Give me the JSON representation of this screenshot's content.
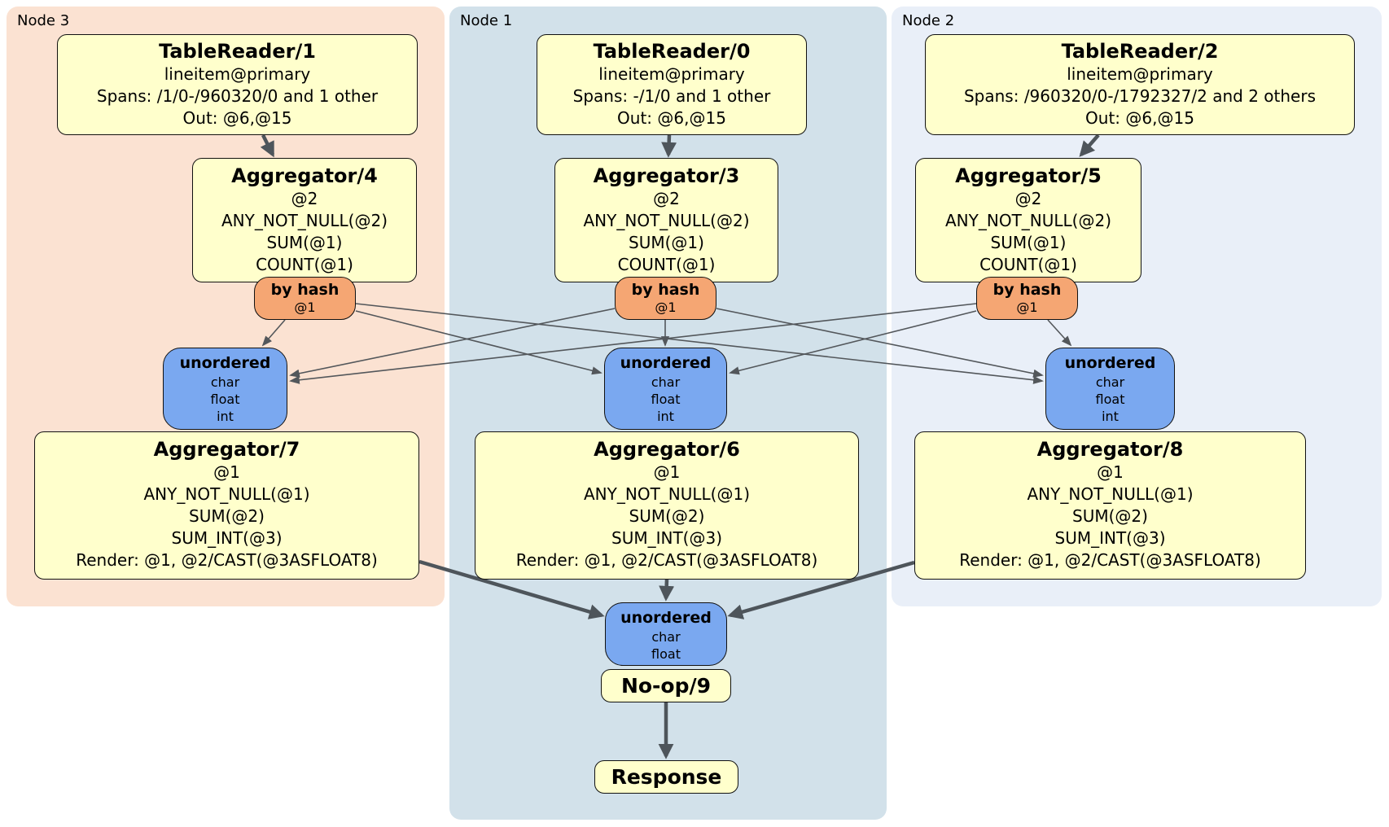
{
  "regions": {
    "node3": {
      "label": "Node 3",
      "bg": "#fbe2d2"
    },
    "node1": {
      "label": "Node 1",
      "bg": "#d2e1ea"
    },
    "node2": {
      "label": "Node 2",
      "bg": "#e9eff8"
    }
  },
  "processors": {
    "tablereader1": {
      "title": "TableReader/1",
      "lines": [
        "lineitem@primary",
        "Spans: /1/0-/960320/0 and 1 other",
        "Out: @6,@15"
      ]
    },
    "tablereader0": {
      "title": "TableReader/0",
      "lines": [
        "lineitem@primary",
        "Spans: -/1/0 and 1 other",
        "Out: @6,@15"
      ]
    },
    "tablereader2": {
      "title": "TableReader/2",
      "lines": [
        "lineitem@primary",
        "Spans: /960320/0-/1792327/2 and 2 others",
        "Out: @6,@15"
      ]
    },
    "aggregator4": {
      "title": "Aggregator/4",
      "lines": [
        "@2",
        "ANY_NOT_NULL(@2)",
        "SUM(@1)",
        "COUNT(@1)"
      ]
    },
    "aggregator3": {
      "title": "Aggregator/3",
      "lines": [
        "@2",
        "ANY_NOT_NULL(@2)",
        "SUM(@1)",
        "COUNT(@1)"
      ]
    },
    "aggregator5": {
      "title": "Aggregator/5",
      "lines": [
        "@2",
        "ANY_NOT_NULL(@2)",
        "SUM(@1)",
        "COUNT(@1)"
      ]
    },
    "aggregator7": {
      "title": "Aggregator/7",
      "lines": [
        "@1",
        "ANY_NOT_NULL(@1)",
        "SUM(@2)",
        "SUM_INT(@3)",
        "Render: @1, @2/CAST(@3ASFLOAT8)"
      ]
    },
    "aggregator6": {
      "title": "Aggregator/6",
      "lines": [
        "@1",
        "ANY_NOT_NULL(@1)",
        "SUM(@2)",
        "SUM_INT(@3)",
        "Render: @1, @2/CAST(@3ASFLOAT8)"
      ]
    },
    "aggregator8": {
      "title": "Aggregator/8",
      "lines": [
        "@1",
        "ANY_NOT_NULL(@1)",
        "SUM(@2)",
        "SUM_INT(@3)",
        "Render: @1, @2/CAST(@3ASFLOAT8)"
      ]
    },
    "noop9": {
      "title": "No-op/9"
    },
    "response": {
      "title": "Response"
    }
  },
  "router": {
    "title": "by hash",
    "detail": "@1"
  },
  "sync_char_float_int": {
    "title": "unordered",
    "lines": [
      "char",
      "float",
      "int"
    ]
  },
  "sync_char_float": {
    "title": "unordered",
    "lines": [
      "char",
      "float"
    ]
  },
  "colors": {
    "node3_bg": "#fbe2d2",
    "node1_bg": "#d2e1ea",
    "node2_bg": "#e9eff8",
    "processor_bg": "#ffffcc",
    "router_bg": "#f5a673",
    "sync_bg": "#7aa8f0",
    "box_border": "#111111",
    "edge": "#4e555b"
  }
}
